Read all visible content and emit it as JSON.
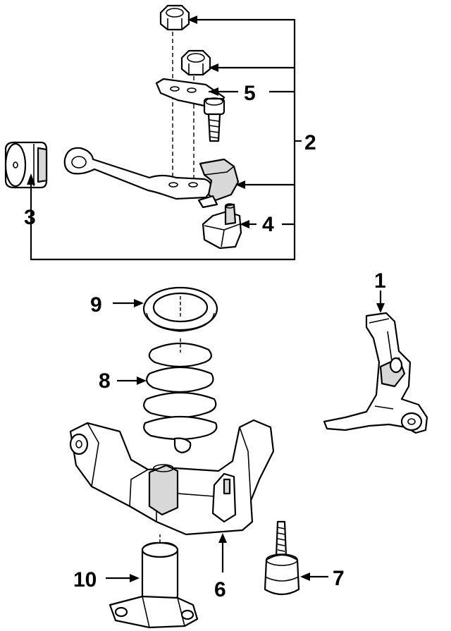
{
  "callouts": {
    "c1": "1",
    "c2": "2",
    "c3": "3",
    "c4": "4",
    "c5": "5",
    "c6": "6",
    "c7": "7",
    "c8": "8",
    "c9": "9",
    "c10": "10"
  },
  "colors": {
    "line": "#000000",
    "background": "#ffffff",
    "shade": "#d8d8d8"
  }
}
